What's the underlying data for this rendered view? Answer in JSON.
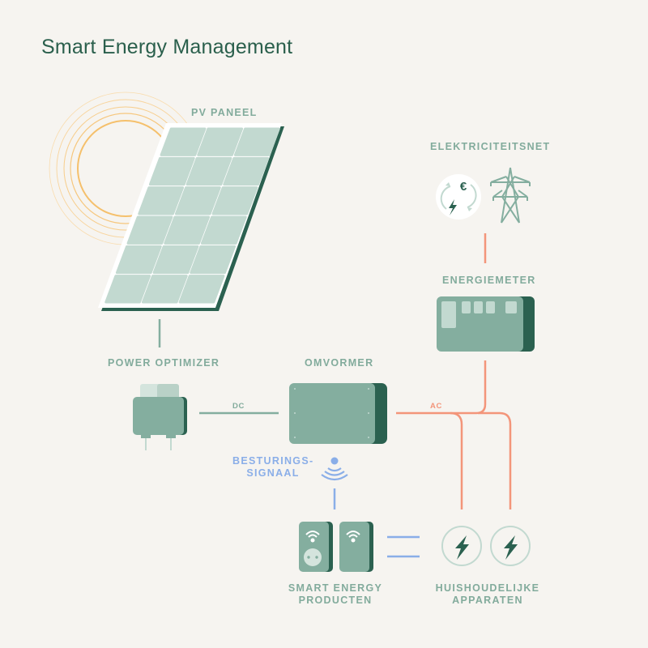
{
  "title": "Smart Energy Management",
  "labels": {
    "pv_panel": "PV PANEEL",
    "grid": "ELEKTRICITEITSNET",
    "energy_meter": "ENERGIEMETER",
    "power_optimizer": "POWER OPTIMIZER",
    "inverter": "OMVORMER",
    "dc": "DC",
    "ac": "AC",
    "control_signal_line1": "BESTURINGS-",
    "control_signal_line2": "SIGNAAL",
    "smart_products_line1": "SMART ENERGY",
    "smart_products_line2": "PRODUCTEN",
    "appliances_line1": "HUISHOUDELIJKE",
    "appliances_line2": "APPARATEN"
  },
  "icons": {
    "sun": "sun-rings-icon",
    "solar_panel": "solar-panel-icon",
    "grid_exchange": "euro-exchange-icon",
    "pylon": "power-pylon-icon",
    "meter": "energy-meter-icon",
    "optimizer": "power-optimizer-icon",
    "inverter": "inverter-icon",
    "wireless": "wireless-signal-icon",
    "smart_plug": "smart-plug-icon",
    "smart_device": "smart-device-icon",
    "appliance": "lightning-bolt-icon"
  },
  "colors": {
    "background": "#f6f4f0",
    "title": "#2a5f4c",
    "label_green": "#82ab9c",
    "device_body": "#84ae9f",
    "device_shadow": "#2b6150",
    "panel_cell": "#c2d9d0",
    "ac_line": "#f3957a",
    "dc_line": "#84ae9f",
    "signal_blue": "#8aaee8",
    "sun": "#f6c473"
  }
}
